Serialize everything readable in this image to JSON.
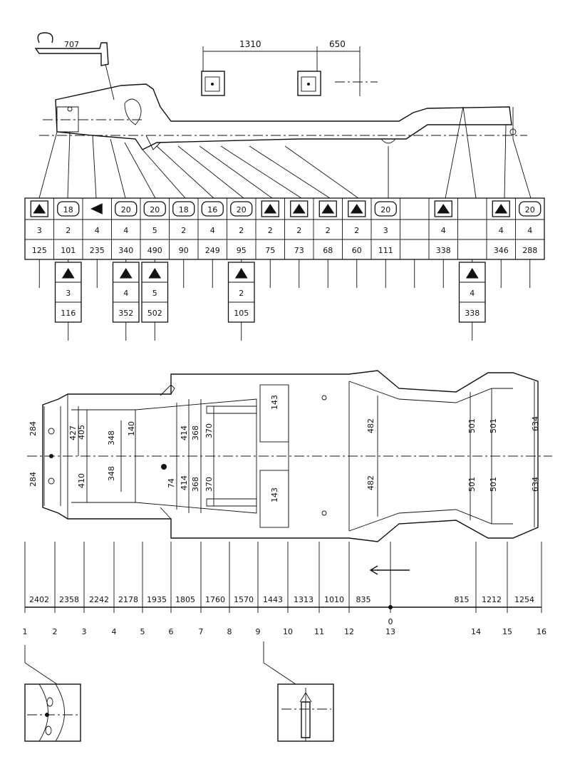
{
  "top_dimensions": {
    "d1": "1310",
    "d2": "650",
    "hook": "707"
  },
  "table": {
    "columns": [
      {
        "sym": "tri",
        "count": "3",
        "val": "125"
      },
      {
        "sym": "18",
        "count": "2",
        "val": "101"
      },
      {
        "sym": "left",
        "count": "4",
        "val": "235"
      },
      {
        "sym": "20",
        "count": "4",
        "val": "340"
      },
      {
        "sym": "20",
        "count": "5",
        "val": "490"
      },
      {
        "sym": "18",
        "count": "2",
        "val": "90"
      },
      {
        "sym": "16",
        "count": "4",
        "val": "249"
      },
      {
        "sym": "20",
        "count": "2",
        "val": "95"
      },
      {
        "sym": "tri",
        "count": "2",
        "val": "75"
      },
      {
        "sym": "tri",
        "count": "2",
        "val": "73"
      },
      {
        "sym": "tri",
        "count": "2",
        "val": "68"
      },
      {
        "sym": "tri",
        "count": "2",
        "val": "60"
      },
      {
        "sym": "20",
        "count": "3",
        "val": "111"
      },
      {
        "sym": "",
        "count": "",
        "val": ""
      },
      {
        "sym": "tri",
        "count": "4",
        "val": "338"
      },
      {
        "sym": "",
        "count": "",
        "val": ""
      },
      {
        "sym": "tri",
        "count": "4",
        "val": "346"
      },
      {
        "sym": "20",
        "count": "4",
        "val": "288"
      }
    ],
    "sub_boxes": [
      {
        "count": "3",
        "val": "116"
      },
      {
        "count": "4",
        "val": "352"
      },
      {
        "count": "5",
        "val": "502"
      },
      {
        "count": "2",
        "val": "105"
      },
      {
        "count": "4",
        "val": "338"
      }
    ]
  },
  "chassis_dimensions": {
    "left_284_top": "284",
    "left_284_bot": "284",
    "d427": "427",
    "d405": "405",
    "d410": "410",
    "d348a": "348",
    "d348b": "348",
    "d140": "140",
    "d414a": "414",
    "d414b": "414",
    "d74": "74",
    "d368a": "368",
    "d368b": "368",
    "d370a": "370",
    "d370b": "370",
    "d143a": "143",
    "d143b": "143",
    "d482a": "482",
    "d482b": "482",
    "d501a": "501",
    "d501b": "501",
    "d501c": "501",
    "d501d": "501",
    "d634a": "634",
    "d634b": "634"
  },
  "baseline": {
    "distances": [
      "2402",
      "2358",
      "2242",
      "2178",
      "1935",
      "1805",
      "1760",
      "1570",
      "1443",
      "1313",
      "1010",
      "835",
      "815",
      "1212",
      "1254"
    ],
    "zero_label": "0",
    "points": [
      "1",
      "2",
      "3",
      "4",
      "5",
      "6",
      "7",
      "8",
      "9",
      "10",
      "11",
      "12",
      "13",
      "14",
      "15",
      "16"
    ]
  }
}
